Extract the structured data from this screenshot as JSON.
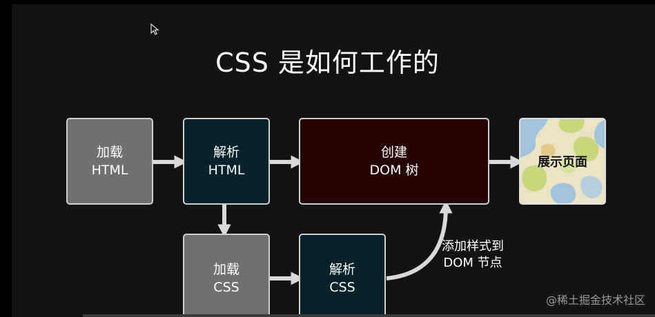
{
  "title": "CSS 是如何工作的",
  "nodes": {
    "load_html": {
      "line1": "加载",
      "line2": "HTML"
    },
    "parse_html": {
      "line1": "解析",
      "line2": "HTML"
    },
    "create_dom": {
      "line1": "创建",
      "line2": "DOM 树"
    },
    "show_page": {
      "label": "展示页面"
    },
    "load_css": {
      "line1": "加载",
      "line2": "CSS"
    },
    "parse_css": {
      "line1": "解析",
      "line2": "CSS"
    }
  },
  "edge_note": {
    "line1": "添加样式到",
    "line2": "DOM 节点"
  },
  "watermark": "@稀土掘金技术社区",
  "icons": {
    "cursor": "mouse-pointer-icon"
  },
  "colors": {
    "gray_box": "#707070",
    "teal_box": "#06232c",
    "maroon_box": "#240403",
    "arrow": "#d9d9d9"
  }
}
